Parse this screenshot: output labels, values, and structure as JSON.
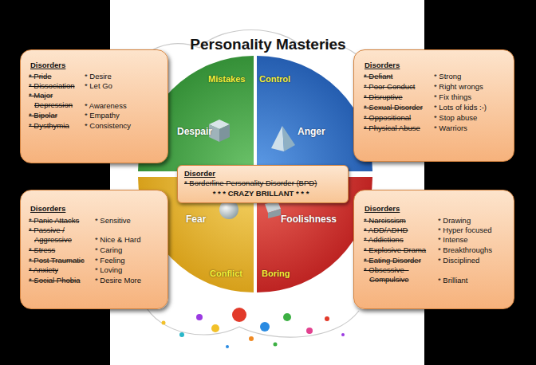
{
  "diagram": {
    "title": "Personality Masteries",
    "nodes": [
      {
        "text": [
          "Disorders",
          "* Pride",
          "* Dissociation",
          "* Major Depression",
          "* Bipolar",
          "* Dysthymia",
          "* Desire",
          "* Let Go",
          "* Awareness",
          "* Empathy",
          "* Consistency"
        ]
      },
      {
        "text": [
          "Despair"
        ]
      },
      {
        "text": [
          "Anger"
        ]
      },
      {
        "text": [
          "Disorders",
          "* Defiant",
          "* Poor Conduct",
          "* Disruptive",
          "* Sexual Disorder",
          "* Oppositional",
          "* Physical Abuse",
          "* Strong",
          "* Right wrongs",
          "* Fix things",
          "* Lots of kids :-)",
          "* Stop abuse",
          "* Warriors"
        ]
      },
      {
        "text": [
          "Disorder",
          "* Borderline Personality Disorder (BPD)",
          "* * * CRAZY BRILLANT * * *"
        ]
      },
      {
        "text": [
          "Disorders",
          "* Panic Attacks",
          "* Passive / Aggressive",
          "* Stress",
          "* Post Traumatic",
          "* Anxiety",
          "* Social Phobia",
          "* Sensitive",
          "* Nice & Hard",
          "* Caring",
          "* Feeling",
          "* Loving",
          "* Desire More"
        ]
      },
      {
        "text": [
          "Fear"
        ]
      },
      {
        "text": [
          "Foolishness"
        ]
      },
      {
        "text": [
          "Disorders",
          "* Narcissism",
          "* ADD/ADHD",
          "* Addictions",
          "* Explosive Drama",
          "* Eating Disorder",
          "* Obsessive - Compulsive",
          "* Drawing",
          "* Hyper focused",
          "* Intense",
          "* Breakthroughs",
          "* Disciplined",
          "* Brilliant"
        ]
      }
    ],
    "labels": [
      "Mistakes",
      "Control",
      "Conflict",
      "Boring"
    ]
  }
}
